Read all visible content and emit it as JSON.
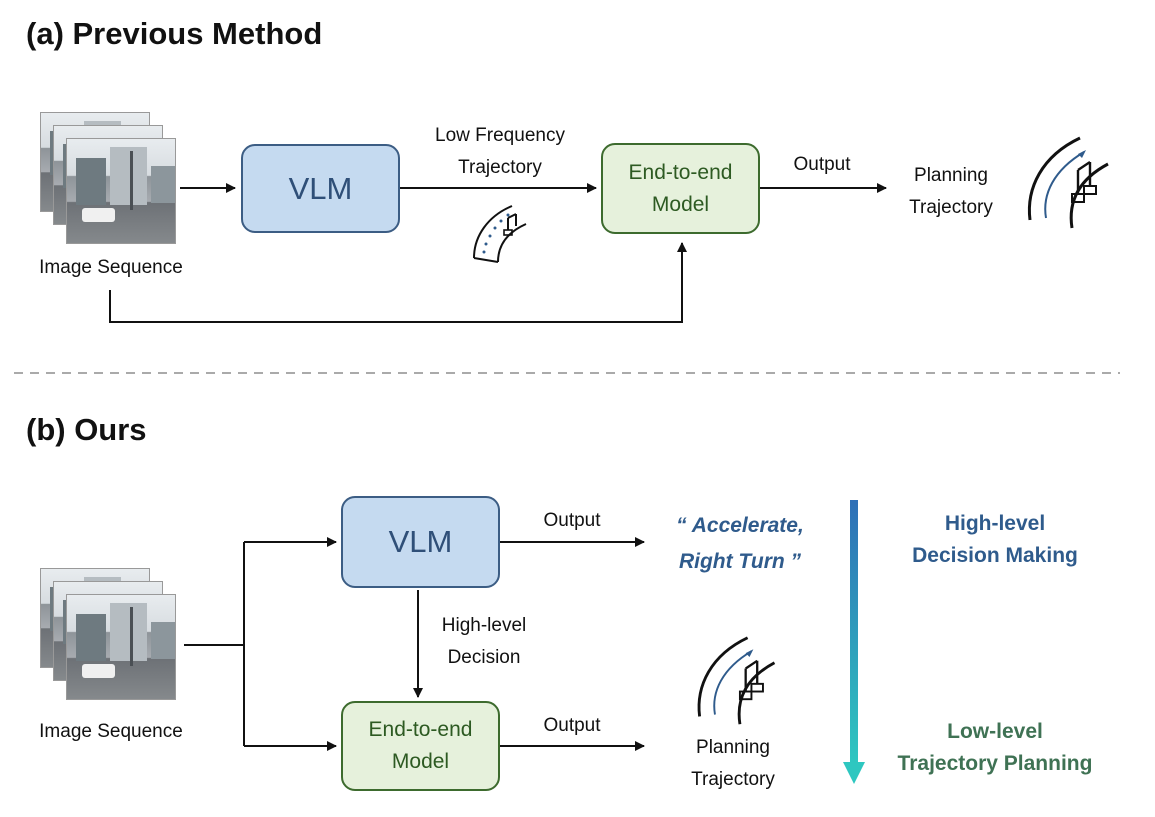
{
  "section_a": {
    "title": "(a) Previous Method",
    "image_label": "Image Sequence",
    "vlm_label": "VLM",
    "low_freq_line1": "Low Frequency",
    "low_freq_line2": "Trajectory",
    "e2e_line1": "End-to-end",
    "e2e_line2": "Model",
    "output_label": "Output",
    "planning_line1": "Planning",
    "planning_line2": "Trajectory"
  },
  "section_b": {
    "title": "(b) Ours",
    "image_label": "Image Sequence",
    "vlm_label": "VLM",
    "vlm_output_label": "Output",
    "quote_line1": "“ Accelerate,",
    "quote_line2": "Right Turn ”",
    "decision_line1": "High-level",
    "decision_line2": "Decision",
    "e2e_line1": "End-to-end",
    "e2e_line2": "Model",
    "e2e_output_label": "Output",
    "planning_line1": "Planning",
    "planning_line2": "Trajectory",
    "high_level_line1": "High-level",
    "high_level_line2": "Decision Making",
    "low_level_line1": "Low-level",
    "low_level_line2": "Trajectory Planning"
  },
  "colors": {
    "vlm_fill": "#c5daf0",
    "vlm_border": "#3c5d84",
    "e2e_fill": "#e6f1dc",
    "e2e_border": "#3d6b2e",
    "high_level_text": "#2f5b8c",
    "low_level_text": "#3f7254",
    "gradient_top": "#2e6fb7",
    "gradient_bottom": "#2ec7c0"
  },
  "icons": {
    "road": "road-trajectory-icon",
    "image_stack": "image-stack-icon"
  }
}
